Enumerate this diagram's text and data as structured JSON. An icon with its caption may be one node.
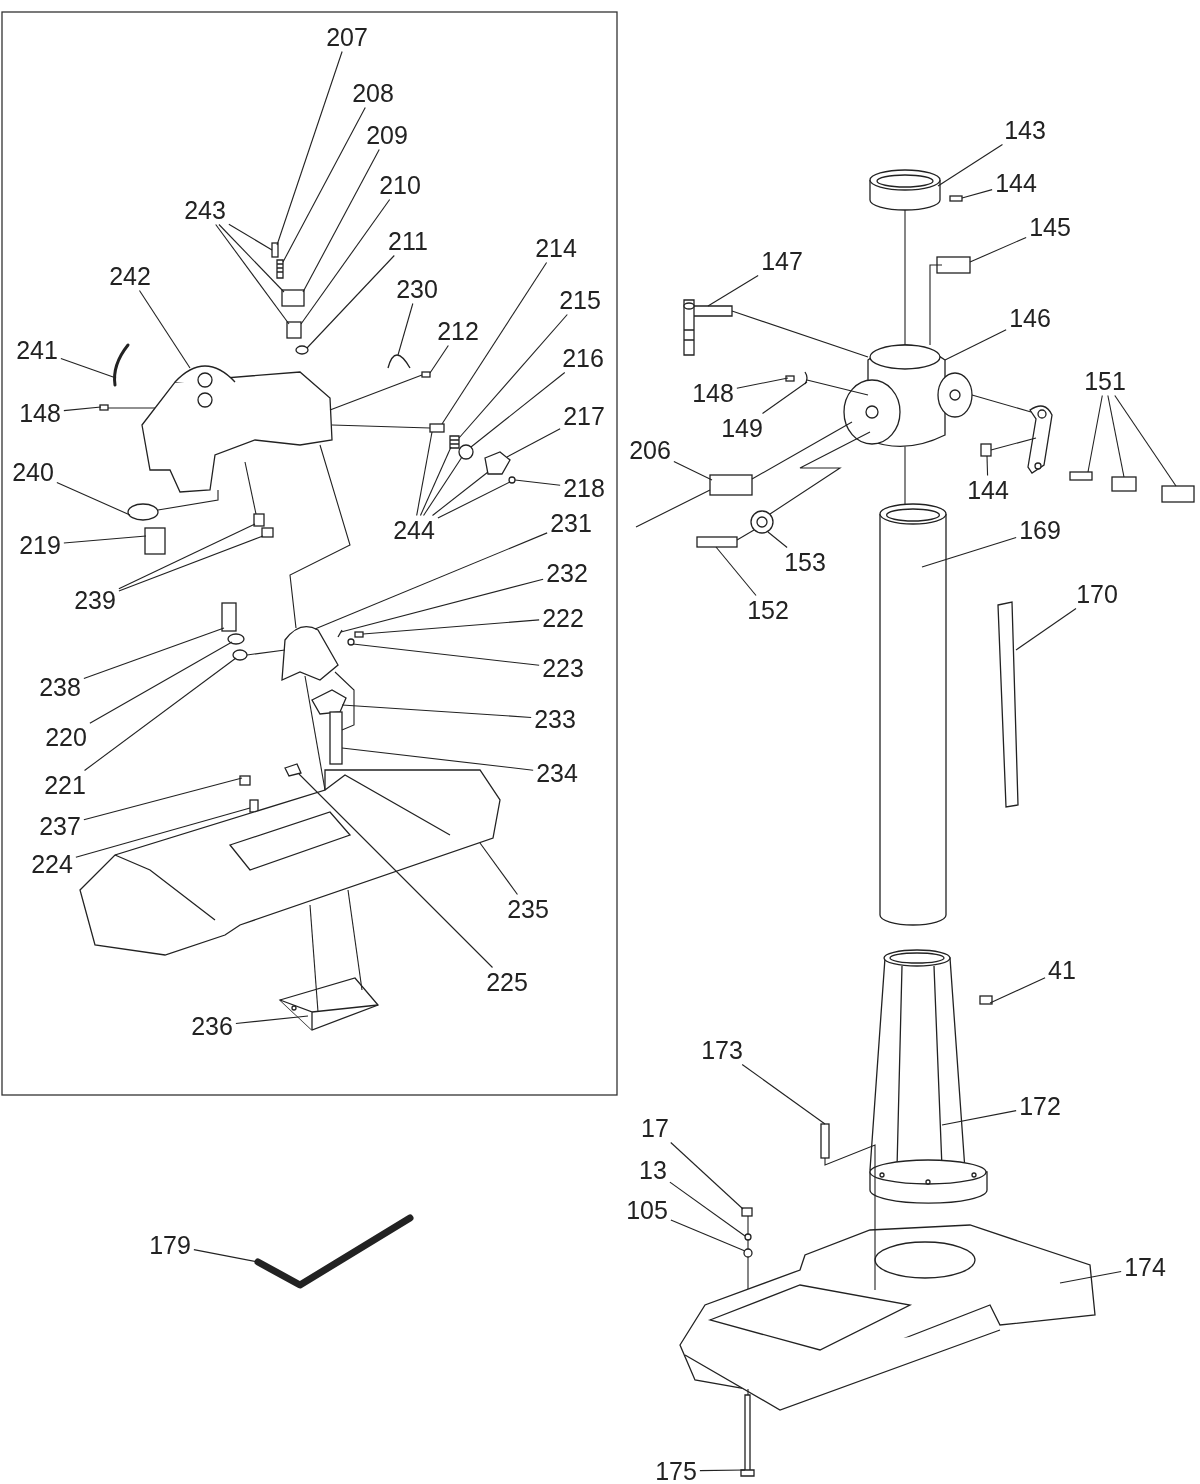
{
  "diagram": {
    "nodes": [
      {
        "text": [
          "207"
        ]
      },
      {
        "text": [
          "208"
        ]
      },
      {
        "text": [
          "143"
        ]
      },
      {
        "text": [
          "209"
        ]
      },
      {
        "text": [
          "144"
        ]
      },
      {
        "text": [
          "210"
        ]
      },
      {
        "text": [
          "243"
        ]
      },
      {
        "text": [
          "145"
        ]
      },
      {
        "text": [
          "211"
        ]
      },
      {
        "text": [
          "214"
        ]
      },
      {
        "text": [
          "147"
        ]
      },
      {
        "text": [
          "242"
        ]
      },
      {
        "text": [
          "230"
        ]
      },
      {
        "text": [
          "215"
        ]
      },
      {
        "text": [
          "146"
        ]
      },
      {
        "text": [
          "212"
        ]
      },
      {
        "text": [
          "241"
        ]
      },
      {
        "text": [
          "216"
        ]
      },
      {
        "text": [
          "151"
        ]
      },
      {
        "text": [
          "148"
        ]
      },
      {
        "text": [
          "148"
        ]
      },
      {
        "text": [
          "217"
        ]
      },
      {
        "text": [
          "149"
        ]
      },
      {
        "text": [
          "206"
        ]
      },
      {
        "text": [
          "240"
        ]
      },
      {
        "text": [
          "218"
        ]
      },
      {
        "text": [
          "144"
        ]
      },
      {
        "text": [
          "231"
        ]
      },
      {
        "text": [
          "244"
        ]
      },
      {
        "text": [
          "169"
        ]
      },
      {
        "text": [
          "219"
        ]
      },
      {
        "text": [
          "153"
        ]
      },
      {
        "text": [
          "232"
        ]
      },
      {
        "text": [
          "170"
        ]
      },
      {
        "text": [
          "239"
        ]
      },
      {
        "text": [
          "152"
        ]
      },
      {
        "text": [
          "222"
        ]
      },
      {
        "text": [
          "223"
        ]
      },
      {
        "text": [
          "238"
        ]
      },
      {
        "text": [
          "233"
        ]
      },
      {
        "text": [
          "220"
        ]
      },
      {
        "text": [
          "234"
        ]
      },
      {
        "text": [
          "221"
        ]
      },
      {
        "text": [
          "237"
        ]
      },
      {
        "text": [
          "224"
        ]
      },
      {
        "text": [
          "235"
        ]
      },
      {
        "text": [
          "41"
        ]
      },
      {
        "text": [
          "225"
        ]
      },
      {
        "text": [
          "236"
        ]
      },
      {
        "text": [
          "173"
        ]
      },
      {
        "text": [
          "172"
        ]
      },
      {
        "text": [
          "17"
        ]
      },
      {
        "text": [
          "13"
        ]
      },
      {
        "text": [
          "105"
        ]
      },
      {
        "text": [
          "179"
        ]
      },
      {
        "text": [
          "174"
        ]
      },
      {
        "text": [
          "175"
        ]
      },
      {
        "text": [],
        "shape": "cylinder"
      },
      {
        "text": [],
        "shape": "box"
      },
      {
        "text": [],
        "shape": "box"
      },
      {
        "text": [],
        "shape": "picture"
      },
      {
        "text": [],
        "shape": "box"
      },
      {
        "text": [],
        "shape": "box"
      },
      {
        "text": [],
        "shape": "picture"
      },
      {
        "text": [],
        "shape": "box"
      },
      {
        "text": [],
        "shape": "circle"
      },
      {
        "text": [],
        "shape": "picture"
      },
      {
        "text": [],
        "shape": "picture"
      },
      {
        "text": [],
        "shape": "picture"
      },
      {
        "text": [],
        "shape": "box"
      },
      {
        "text": [],
        "shape": "box"
      },
      {
        "text": [],
        "shape": "picture"
      },
      {
        "text": [],
        "shape": "picture"
      },
      {
        "text": [],
        "shape": "box"
      },
      {
        "text": [],
        "shape": "box"
      },
      {
        "text": [],
        "shape": "picture"
      },
      {
        "text": [],
        "shape": "circle"
      },
      {
        "text": [],
        "shape": "picture"
      },
      {
        "text": [],
        "shape": "box"
      },
      {
        "text": [],
        "shape": "box"
      },
      {
        "text": [],
        "shape": "box"
      },
      {
        "text": [],
        "shape": "circle"
      },
      {
        "text": [],
        "shape": "box"
      },
      {
        "text": [],
        "shape": "box"
      },
      {
        "text": [],
        "shape": "circle"
      },
      {
        "text": [],
        "shape": "box"
      },
      {
        "text": [],
        "shape": "picture"
      },
      {
        "text": [],
        "shape": "box"
      },
      {
        "text": [],
        "shape": "box"
      },
      {
        "text": [],
        "shape": "box"
      },
      {
        "text": [],
        "shape": "cylinder"
      },
      {
        "text": [],
        "shape": "box"
      },
      {
        "text": [],
        "shape": "picture"
      },
      {
        "text": [],
        "shape": "picture"
      },
      {
        "text": [],
        "shape": "box"
      },
      {
        "text": [],
        "shape": "circle"
      },
      {
        "text": [],
        "shape": "circle"
      },
      {
        "text": [],
        "shape": "picture"
      },
      {
        "text": [],
        "shape": "circle"
      },
      {
        "text": [],
        "shape": "picture"
      },
      {
        "text": [],
        "shape": "box"
      },
      {
        "text": [],
        "shape": "picture"
      },
      {
        "text": [],
        "shape": "box"
      },
      {
        "text": [],
        "shape": "box"
      },
      {
        "text": [],
        "shape": "picture"
      },
      {
        "text": [],
        "shape": "box"
      },
      {
        "text": [],
        "shape": "picture"
      },
      {
        "text": [],
        "shape": "picture"
      },
      {
        "text": [],
        "shape": "box"
      },
      {
        "text": [],
        "shape": "box"
      },
      {
        "text": [],
        "shape": "circle"
      },
      {
        "text": [],
        "shape": "circle"
      },
      {
        "text": [],
        "shape": "picture"
      },
      {
        "text": [],
        "shape": "picture"
      },
      {
        "text": [],
        "shape": "picture"
      },
      {
        "text": [],
        "shape": "picture"
      }
    ],
    "edges": [
      {
        "from": 0,
        "to": 59,
        "arrow": "none"
      },
      {
        "from": 1,
        "to": 60,
        "arrow": "none"
      },
      {
        "from": 2,
        "to": 57,
        "arrow": "none"
      },
      {
        "from": 3,
        "to": 62,
        "arrow": "none"
      },
      {
        "from": 4,
        "to": 58,
        "arrow": "none"
      },
      {
        "from": 5,
        "to": 64,
        "arrow": "none"
      },
      {
        "from": 6,
        "to": 59,
        "arrow": "none"
      },
      {
        "from": 6,
        "to": 62,
        "arrow": "none"
      },
      {
        "from": 6,
        "to": 64,
        "arrow": "none"
      },
      {
        "from": 7,
        "to": 61,
        "arrow": "none"
      },
      {
        "from": 8,
        "to": 65,
        "arrow": "none"
      },
      {
        "from": 9,
        "to": 74,
        "arrow": "none"
      },
      {
        "from": 10,
        "to": 63,
        "arrow": "none"
      },
      {
        "from": 11,
        "to": 68,
        "arrow": "none"
      },
      {
        "from": 12,
        "to": 66,
        "arrow": "none"
      },
      {
        "from": 13,
        "to": 75,
        "arrow": "none"
      },
      {
        "from": 14,
        "to": 67,
        "arrow": "none"
      },
      {
        "from": 15,
        "to": 69,
        "arrow": "none"
      },
      {
        "from": 16,
        "to": 72,
        "arrow": "none"
      },
      {
        "from": 17,
        "to": 76,
        "arrow": "none"
      },
      {
        "from": 18,
        "to": 79,
        "arrow": "none"
      },
      {
        "from": 18,
        "to": 80,
        "arrow": "none"
      },
      {
        "from": 18,
        "to": 83,
        "arrow": "none"
      },
      {
        "from": 19,
        "to": 70,
        "arrow": "none"
      },
      {
        "from": 20,
        "to": 73,
        "arrow": "none"
      },
      {
        "from": 21,
        "to": 77,
        "arrow": "none"
      },
      {
        "from": 22,
        "to": 71,
        "arrow": "none"
      },
      {
        "from": 23,
        "to": 82,
        "arrow": "none"
      },
      {
        "from": 24,
        "to": 84,
        "arrow": "none"
      },
      {
        "from": 25,
        "to": 81,
        "arrow": "none"
      },
      {
        "from": 26,
        "to": 78,
        "arrow": "none"
      },
      {
        "from": 27,
        "to": 92,
        "arrow": "none"
      },
      {
        "from": 28,
        "to": 74,
        "arrow": "none"
      },
      {
        "from": 28,
        "to": 75,
        "arrow": "none"
      },
      {
        "from": 28,
        "to": 76,
        "arrow": "none"
      },
      {
        "from": 28,
        "to": 77,
        "arrow": "none"
      },
      {
        "from": 28,
        "to": 81,
        "arrow": "none"
      },
      {
        "from": 29,
        "to": 90,
        "arrow": "none"
      },
      {
        "from": 30,
        "to": 88,
        "arrow": "none"
      },
      {
        "from": 31,
        "to": 86,
        "arrow": "none"
      },
      {
        "from": 32,
        "to": 93,
        "arrow": "none"
      },
      {
        "from": 33,
        "to": 97,
        "arrow": "none"
      },
      {
        "from": 34,
        "to": 85,
        "arrow": "none"
      },
      {
        "from": 34,
        "to": 87,
        "arrow": "none"
      },
      {
        "from": 35,
        "to": 89,
        "arrow": "none"
      },
      {
        "from": 36,
        "to": 94,
        "arrow": "none"
      },
      {
        "from": 37,
        "to": 96,
        "arrow": "none"
      },
      {
        "from": 38,
        "to": 91,
        "arrow": "none"
      },
      {
        "from": 39,
        "to": 99,
        "arrow": "none"
      },
      {
        "from": 40,
        "to": 95,
        "arrow": "none"
      },
      {
        "from": 41,
        "to": 100,
        "arrow": "none"
      },
      {
        "from": 42,
        "to": 98,
        "arrow": "none"
      },
      {
        "from": 43,
        "to": 102,
        "arrow": "none"
      },
      {
        "from": 44,
        "to": 103,
        "arrow": "none"
      },
      {
        "from": 45,
        "to": 104,
        "arrow": "none"
      },
      {
        "from": 46,
        "to": 105,
        "arrow": "none"
      },
      {
        "from": 47,
        "to": 101,
        "arrow": "none"
      },
      {
        "from": 48,
        "to": 106,
        "arrow": "none"
      },
      {
        "from": 49,
        "to": 108,
        "arrow": "none"
      },
      {
        "from": 50,
        "to": 107,
        "arrow": "none"
      },
      {
        "from": 51,
        "to": 109,
        "arrow": "none"
      },
      {
        "from": 52,
        "to": 110,
        "arrow": "none"
      },
      {
        "from": 53,
        "to": 111,
        "arrow": "none"
      },
      {
        "from": 54,
        "to": 112,
        "arrow": "none"
      },
      {
        "from": 55,
        "to": 113,
        "arrow": "none"
      },
      {
        "from": 56,
        "to": 114,
        "arrow": "none"
      },
      {
        "from": 63,
        "to": 67,
        "arrow": "none"
      },
      {
        "from": 57,
        "to": 67,
        "arrow": "none"
      },
      {
        "from": 61,
        "to": 67,
        "arrow": "none"
      },
      {
        "from": 67,
        "to": 90,
        "arrow": "none"
      },
      {
        "from": 68,
        "to": 92,
        "arrow": "none"
      },
      {
        "from": 68,
        "to": 84,
        "arrow": "none"
      },
      {
        "from": 92,
        "to": 104,
        "arrow": "none"
      },
      {
        "from": 92,
        "to": 100,
        "arrow": "none"
      },
      {
        "from": 104,
        "to": 106,
        "arrow": "none"
      },
      {
        "from": 104,
        "to": 106,
        "arrow": "none"
      },
      {
        "from": 108,
        "to": 113,
        "arrow": "none"
      },
      {
        "from": 109,
        "to": 110,
        "arrow": "none"
      },
      {
        "from": 110,
        "to": 111,
        "arrow": "none"
      },
      {
        "from": 111,
        "to": 113,
        "arrow": "none"
      },
      {
        "from": 68,
        "to": 69,
        "arrow": "none"
      },
      {
        "from": 68,
        "to": 74,
        "arrow": "none"
      },
      {
        "from": 73,
        "to": 68,
        "arrow": "none"
      },
      {
        "from": 68,
        "to": 85,
        "arrow": "none"
      },
      {
        "from": 67,
        "to": 82,
        "arrow": "none"
      },
      {
        "from": 82,
        "to": null,
        "arrow": "none"
      },
      {
        "from": 67,
        "to": 86,
        "arrow": "none"
      },
      {
        "from": 86,
        "to": 89,
        "arrow": "none"
      },
      {
        "from": 67,
        "to": 115,
        "arrow": "none"
      },
      {
        "from": 78,
        "to": 115,
        "arrow": "none"
      },
      {
        "from": 67,
        "to": 71,
        "arrow": "none"
      },
      {
        "from": 98,
        "to": 92,
        "arrow": "none"
      },
      {
        "from": 113,
        "to": 114,
        "arrow": "none"
      }
    ]
  }
}
